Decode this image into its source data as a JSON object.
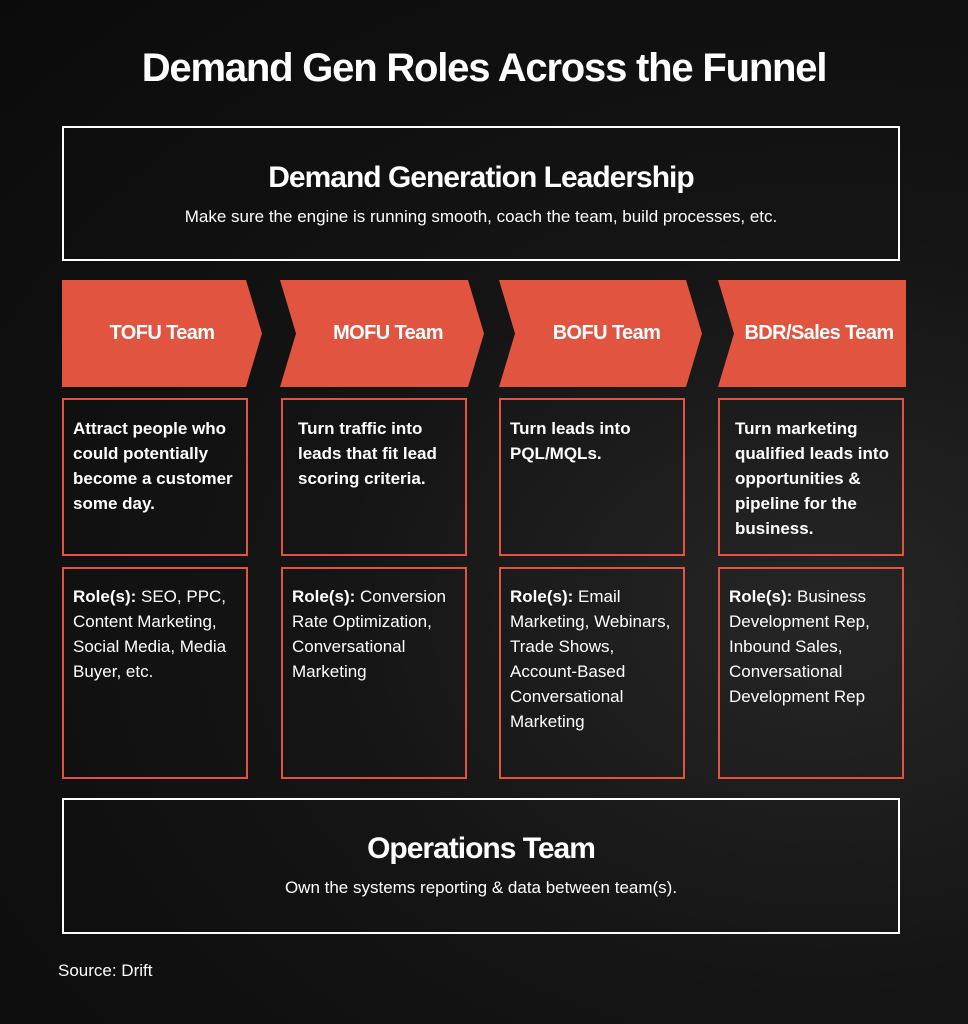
{
  "title": "Demand Gen Roles Across the Funnel",
  "leadership": {
    "heading": "Demand Generation Leadership",
    "description": "Make sure the engine is running smooth, coach the team, build processes, etc."
  },
  "teams": [
    {
      "name": "TOFU Team",
      "description": "Attract people who could potentially become a customer some day.",
      "roles_label": "Role(s):",
      "roles": " SEO, PPC, Content Marketing, Social Media, Media Buyer, etc."
    },
    {
      "name": "MOFU Team",
      "description": "Turn traffic into leads that fit lead scoring criteria.",
      "roles_label": "Role(s):",
      "roles": " Conversion Rate Optimization, Conversational Marketing"
    },
    {
      "name": "BOFU Team",
      "description": "Turn leads into PQL/MQLs.",
      "roles_label": "Role(s):",
      "roles": " Email Marketing, Webinars, Trade Shows, Account-Based Conversational Marketing"
    },
    {
      "name": "BDR/Sales Team",
      "description": "Turn marketing qualified leads into opportunities & pipeline for the business.",
      "roles_label": "Role(s):",
      "roles": " Business Development Rep, Inbound Sales, Conversational Development Rep"
    }
  ],
  "operations": {
    "heading": "Operations Team",
    "description": "Own the systems reporting & data between team(s)."
  },
  "source": "Source: Drift",
  "colors": {
    "accent": "#e05440",
    "background": "#141414",
    "text": "#ffffff"
  }
}
